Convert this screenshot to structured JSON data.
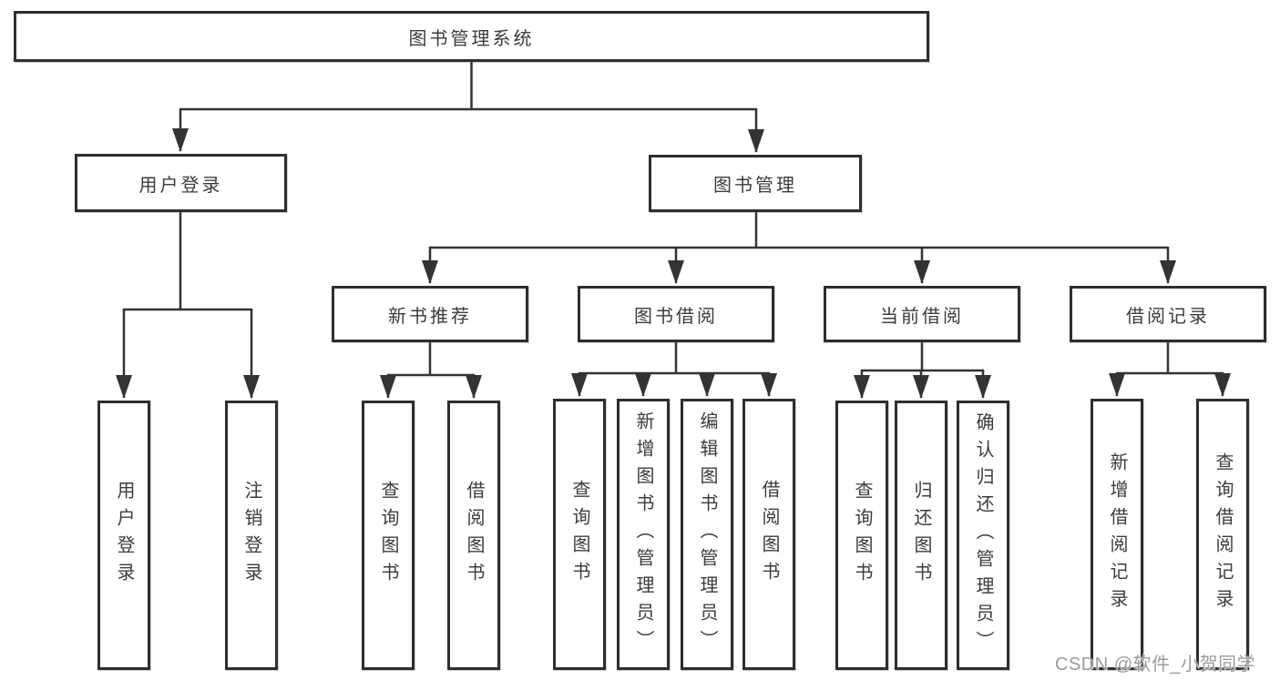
{
  "tree": {
    "root": {
      "label": "图书管理系统"
    },
    "branches": [
      {
        "label": "用户登录",
        "children": [
          {
            "label": "用户登录"
          },
          {
            "label": "注销登录"
          }
        ]
      },
      {
        "label": "图书管理",
        "children": [
          {
            "label": "新书推荐",
            "children": [
              {
                "label": "查询图书"
              },
              {
                "label": "借阅图书"
              }
            ]
          },
          {
            "label": "图书借阅",
            "children": [
              {
                "label": "查询图书"
              },
              {
                "label": "新增图书（管理员）"
              },
              {
                "label": "编辑图书（管理员）"
              },
              {
                "label": "借阅图书"
              }
            ]
          },
          {
            "label": "当前借阅",
            "children": [
              {
                "label": "查询图书"
              },
              {
                "label": "归还图书"
              },
              {
                "label": "确认归还（管理员）"
              }
            ]
          },
          {
            "label": "借阅记录",
            "children": [
              {
                "label": "新增借阅记录"
              },
              {
                "label": "查询借阅记录"
              }
            ]
          }
        ]
      }
    ]
  },
  "watermark": {
    "text": "CSDN @软件_小贺同学"
  },
  "colors": {
    "line": "#333333",
    "box_border": "#2e2e2e",
    "text": "#3c3c3c",
    "watermark": "#9b9b9b",
    "background": "#ffffff"
  }
}
